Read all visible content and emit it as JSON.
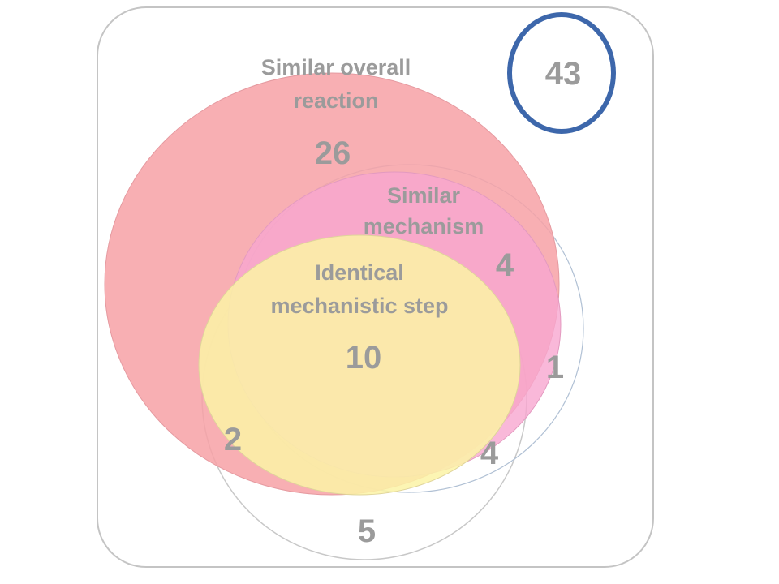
{
  "diagram": {
    "total_count": "43",
    "sets": {
      "overall_reaction": {
        "label_line1": "Similar overall",
        "label_line2": "reaction",
        "count": "26",
        "fill": "#f7a1a6"
      },
      "mechanism": {
        "label_line1": "Similar",
        "label_line2": "mechanism",
        "count": "4",
        "fill": "#f7a6cf"
      },
      "mechanistic_step": {
        "label_line1": "Identical",
        "label_line2": "mechanistic step",
        "count": "10",
        "fill": "#fbf3a6"
      }
    },
    "region_counts": {
      "mechanism_only_outside_reaction": "1",
      "step_and_reaction_not_mechanism": "2",
      "step_and_mechanism_not_reaction": "4",
      "outer_circle_only": "5"
    },
    "colors": {
      "frame_stroke": "#c4c4c4",
      "total_ring": "#3d67ab",
      "label_text": "#9b9b9b"
    }
  }
}
